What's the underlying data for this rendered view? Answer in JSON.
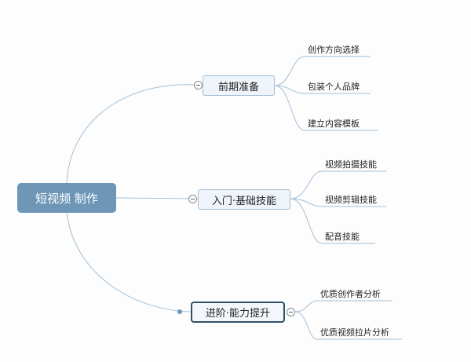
{
  "root": {
    "label": "短视频 制作"
  },
  "branches": [
    {
      "label": "前期准备",
      "children": [
        "创作方向选择",
        "包装个人品牌",
        "建立内容模板"
      ]
    },
    {
      "label": "入门·基础技能",
      "children": [
        "视频拍摄技能",
        "视频剪辑技能",
        "配音技能"
      ]
    },
    {
      "label": "进阶·能力提升",
      "children": [
        "优质创作者分析",
        "优质视频拉片分析"
      ]
    }
  ],
  "colors": {
    "root_fill": "#6e96b7",
    "branch_fill": "#eef4f9",
    "branch_border": "#a3bfd6",
    "selected_border": "#2f4f6a",
    "connector": "#a3bfd6"
  }
}
